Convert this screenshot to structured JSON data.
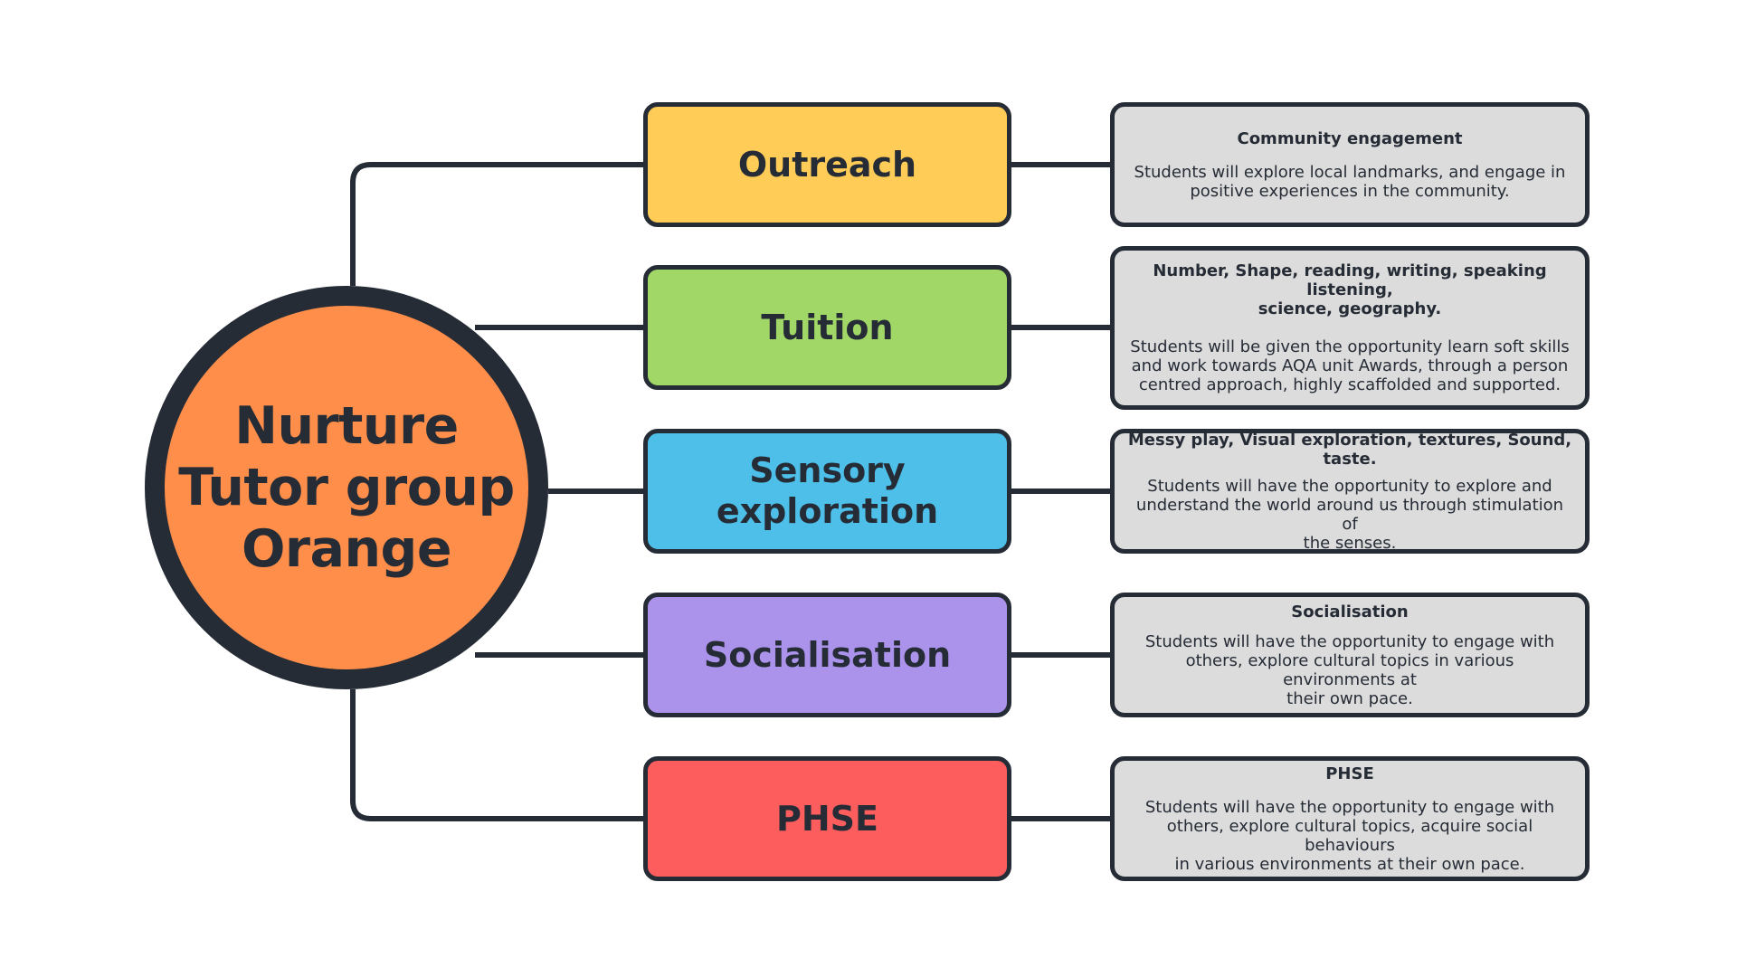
{
  "hub": {
    "title": "Nurture\nTutor group\nOrange",
    "color": "#ff8e4a"
  },
  "categories": [
    {
      "label": "Outreach",
      "color": "#ffcd57",
      "heading": "Community engagement",
      "text": "Students will explore local landmarks, and engage in\npositive experiences in the community."
    },
    {
      "label": "Tuition",
      "color": "#a1d767",
      "heading": "Number, Shape, reading, writing, speaking listening,\nscience, geography.",
      "text": "Students will be given the opportunity learn soft skills\nand work towards AQA unit Awards, through a person\ncentred approach, highly scaffolded and supported."
    },
    {
      "label": "Sensory\nexploration",
      "color": "#4dbfe8",
      "heading": "Messy play, Visual exploration, textures, Sound, taste.",
      "text": "Students will have the opportunity to explore and\nunderstand the world around us through stimulation of\nthe senses."
    },
    {
      "label": "Socialisation",
      "color": "#ab93ec",
      "heading": "Socialisation",
      "text": "Students will have the opportunity to engage with\nothers, explore cultural topics in various environments at\ntheir own pace."
    },
    {
      "label": "PHSE",
      "color": "#fe5d5e",
      "heading": "PHSE",
      "text": "Students will have the opportunity to engage with\nothers, explore cultural topics, acquire social behaviours\nin various environments at their own pace."
    }
  ],
  "style": {
    "outline": "#262c36",
    "desc_fill": "#dcdcdc"
  }
}
